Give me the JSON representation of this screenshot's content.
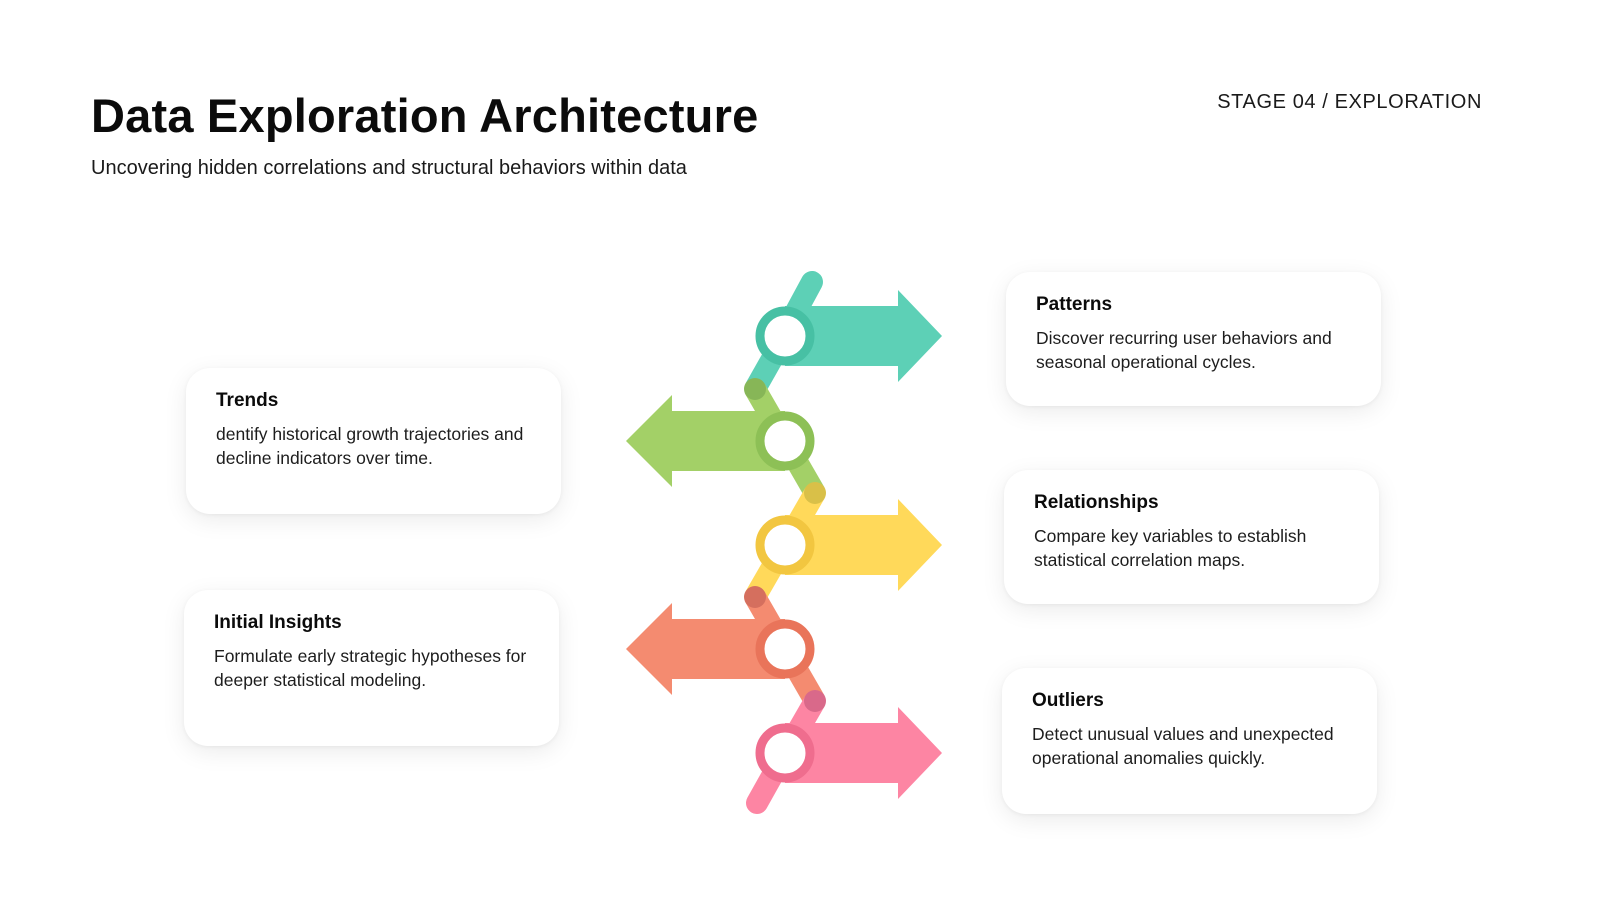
{
  "header": {
    "title": "Data Exploration Architecture",
    "subtitle": "Uncovering hidden correlations and structural behaviors within data",
    "stage": "STAGE 04 / EXPLORATION"
  },
  "steps": [
    {
      "id": "patterns",
      "title": "Patterns",
      "description": "Discover recurring user behaviors and seasonal operational cycles.",
      "direction": "right",
      "color": "#5dd0b6",
      "ring_color": "#47c0a4"
    },
    {
      "id": "trends",
      "title": "Trends",
      "description": "dentify historical growth trajectories and decline indicators over time.",
      "direction": "left",
      "color": "#a3d067",
      "ring_color": "#8dc056"
    },
    {
      "id": "relationships",
      "title": "Relationships",
      "description": "Compare key variables to establish statistical correlation maps.",
      "direction": "right",
      "color": "#ffd95a",
      "ring_color": "#f2c640"
    },
    {
      "id": "insights",
      "title": "Initial Insights",
      "description": "Formulate early strategic hypotheses for deeper statistical modeling.",
      "direction": "left",
      "color": "#f48b70",
      "ring_color": "#e9745a"
    },
    {
      "id": "outliers",
      "title": "Outliers",
      "description": "Detect unusual values and unexpected operational anomalies quickly.",
      "direction": "right",
      "color": "#fd85a3",
      "ring_color": "#ef6d8e"
    }
  ],
  "icons": {
    "lens": "magnifier-icon",
    "arrow_right": "arrow-right-icon",
    "arrow_left": "arrow-left-icon"
  }
}
